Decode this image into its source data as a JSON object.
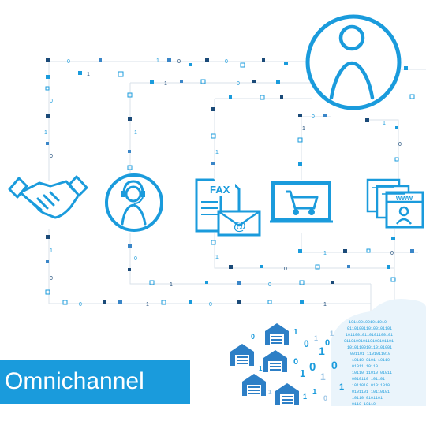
{
  "banner": {
    "label": "Omnichannel"
  },
  "icons": {
    "customer": "person-circle-icon",
    "partnership": "handshake-icon",
    "support": "headset-agent-icon",
    "fax_mail": "fax-and-email-icon",
    "shop": "shopping-cart-screen-icon",
    "web": "web-pages-icon",
    "warehouses": "warehouse-icons",
    "data_cloud": "binary-data-cloud"
  },
  "fax_label": "FAX",
  "email_symbol": "@",
  "www_label": "www",
  "colors": {
    "primary": "#1a9bdc",
    "dark": "#1b4a78",
    "mid": "#3a86c8",
    "light": "#9fc7e6",
    "line": "#d9e2ea",
    "banner_text": "#ffffff"
  }
}
